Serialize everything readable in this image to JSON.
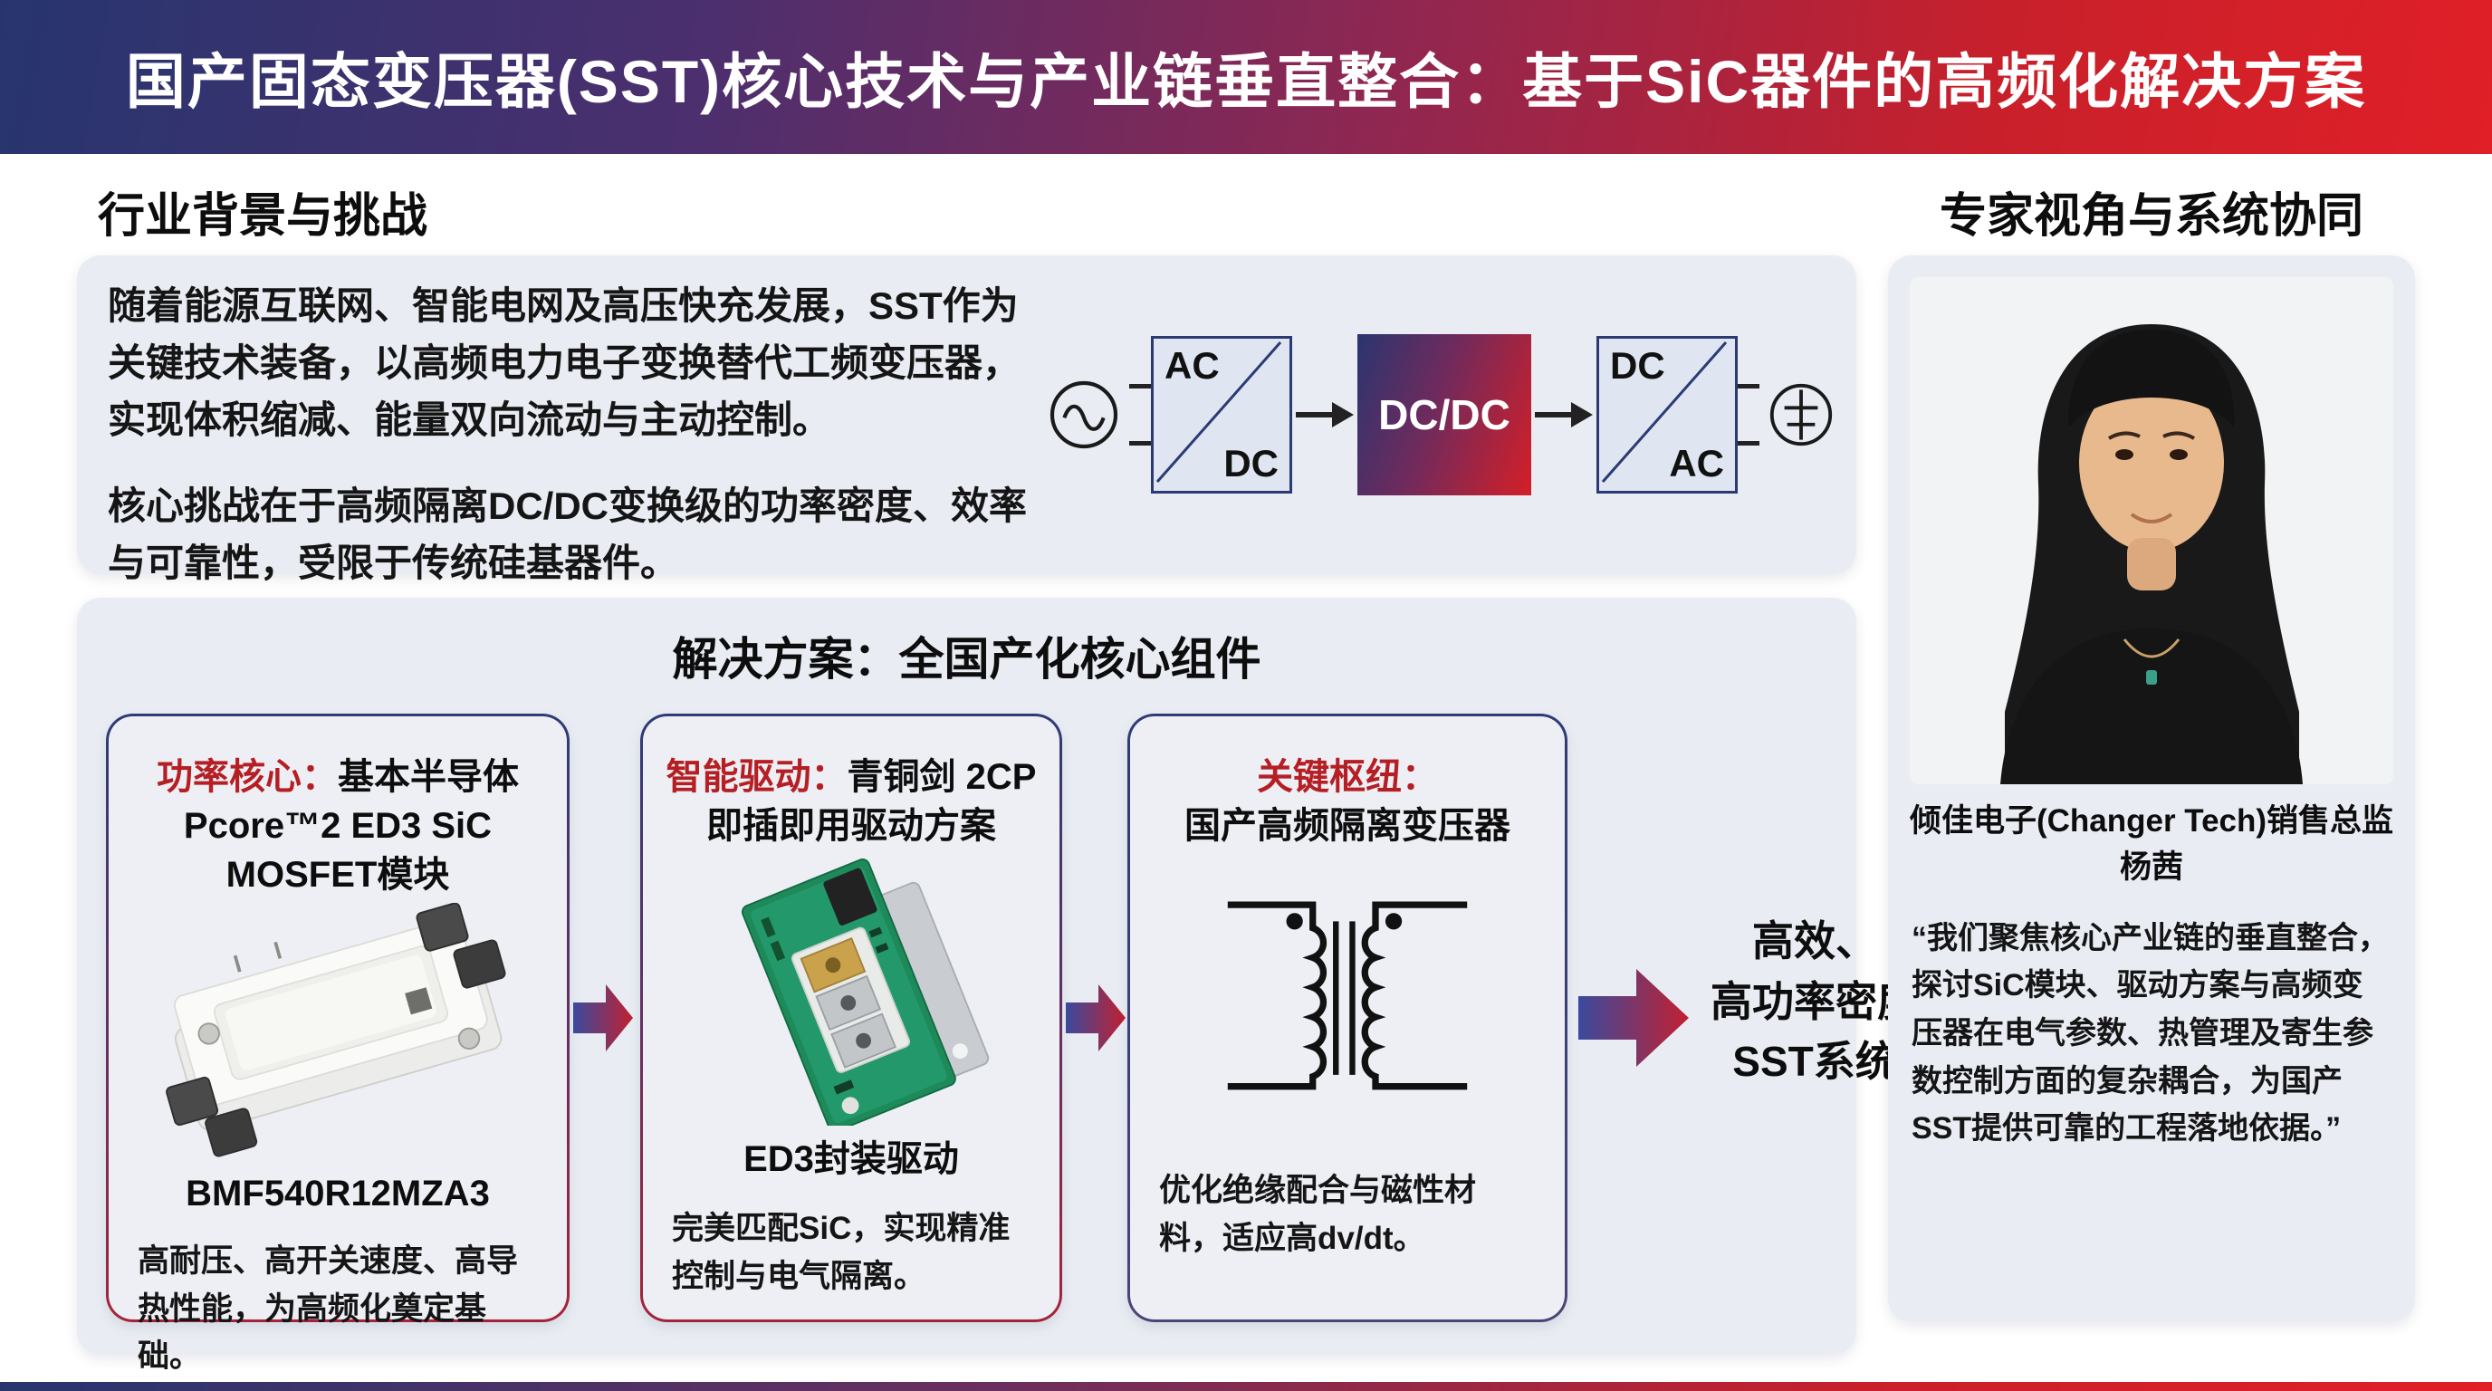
{
  "colors": {
    "banner_navy": "#27356f",
    "banner_red": "#e01f27",
    "accent_red": "#b51f24",
    "box_navy": "#2b3a74",
    "panel_gray": "#e9edf3"
  },
  "header": {
    "title": "国产固态变压器(SST)核心技术与产业链垂直整合：基于SiC器件的高频化解决方案"
  },
  "background_section": {
    "heading": "行业背景与挑战",
    "para1": "随着能源互联网、智能电网及高压快充发展，SST作为关键技术装备，以高频电力电子变换替代工频变压器，实现体积缩减、能量双向流动与主动控制。",
    "para2": "核心挑战在于高频隔离DC/DC变换级的功率密度、效率与可靠性，受限于传统硅基器件。",
    "diagram": {
      "source_icon": "ac-source-icon",
      "stage1_top": "AC",
      "stage1_bottom": "DC",
      "stage2": "DC/DC",
      "stage3_top": "DC",
      "stage3_bottom": "AC",
      "load_icon": "dc-load-icon"
    }
  },
  "solution_section": {
    "heading": "解决方案：全国产化核心组件",
    "cards": [
      {
        "tag": "功率核心：",
        "title_rest": "基本半导体",
        "title_line2": "Pcore™2 ED3 SiC MOSFET模块",
        "image": "sic-module-photo",
        "subtitle": "BMF540R12MZA3",
        "desc": "高耐压、高开关速度、高导热性能，为高频化奠定基础。"
      },
      {
        "tag": "智能驱动：",
        "title_rest": "青铜剑 2CP",
        "title_line2": "即插即用驱动方案",
        "image": "driver-pcb-photo",
        "subtitle": "ED3封装驱动",
        "desc": "完美匹配SiC，实现精准控制与电气隔离。"
      },
      {
        "tag": "关键枢纽：",
        "title_rest": "",
        "title_line2": "国产高频隔离变压器",
        "image": "transformer-symbol",
        "subtitle": "",
        "desc": "优化绝缘配合与磁性材料，适应高dv/dt。"
      }
    ],
    "result": {
      "line1": "高效、",
      "line2": "高功率密度",
      "line3": "SST系统"
    }
  },
  "expert_section": {
    "heading": "专家视角与系统协同",
    "photo": "expert-portrait",
    "name_line1": "倾佳电子(Changer Tech)销售总监",
    "name_line2": "杨茜",
    "quote": "“我们聚焦核心产业链的垂直整合，探讨SiC模块、驱动方案与高频变压器在电气参数、热管理及寄生参数控制方面的复杂耦合，为国产SST提供可靠的工程落地依据。”"
  }
}
